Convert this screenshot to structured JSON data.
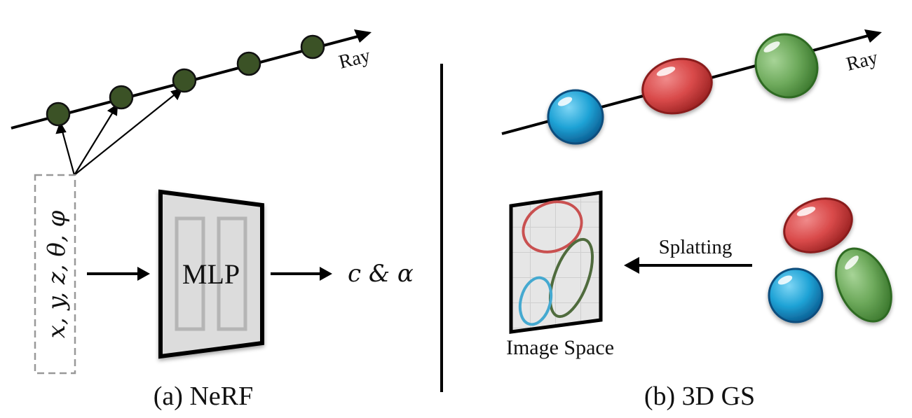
{
  "nerf": {
    "caption": "(a) NeRF",
    "ray_label": "Ray",
    "input_label": "x, y, z, θ, φ",
    "mlp_label": "MLP",
    "output_label": "c & α",
    "sample_point_color": "#3b5226"
  },
  "gs": {
    "caption": "(b) 3D GS",
    "ray_label": "Ray",
    "splatting_label": "Splatting",
    "image_space_label": "Image Space",
    "gaussian_colors": {
      "blue": "#1fa3d6",
      "red": "#d94a4a",
      "green": "#6eaa5c"
    }
  }
}
